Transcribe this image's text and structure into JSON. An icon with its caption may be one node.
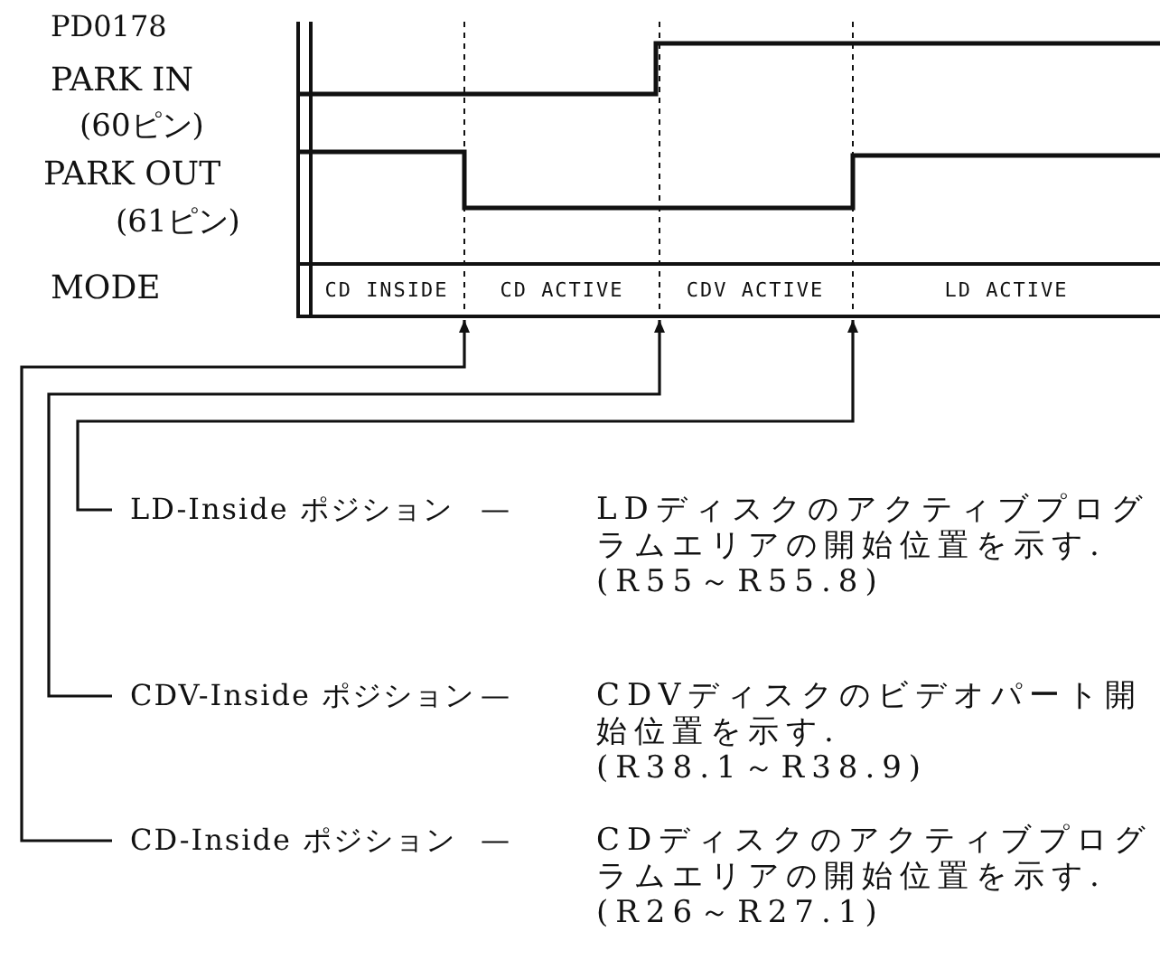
{
  "diagram": {
    "nodes": [
      {
        "text": [
          "CD INSIDE",
          "CD ACTIVE",
          "CDV ACTIVE",
          "LD ACTIVE"
        ]
      },
      {
        "text": [
          "LD-Inside ポジション",
          "—",
          "LDディスクのアクティブプログラムエリアの開始位置を示す.",
          "(R55～R55.8)"
        ]
      },
      {
        "text": [
          "CDV-Inside ポジション",
          "—",
          "CDVディスクのビデオパート開始位置を示す.",
          "(R38.1～R38.9)"
        ]
      },
      {
        "text": [
          "CD-Inside ポジション",
          "—",
          "CDディスクのアクティブプログラムエリアの開始位置を示す.",
          "(R26～R27.1)"
        ]
      }
    ],
    "edges": [
      {
        "from": 1,
        "to": 0,
        "arrow": "to"
      },
      {
        "from": 2,
        "to": 0,
        "arrow": "to"
      },
      {
        "from": 3,
        "to": 0,
        "arrow": "to"
      }
    ],
    "labels": [
      "PD0178",
      "PARK IN",
      "(60ピン)",
      "PARK OUT",
      "(61ピン)",
      "MODE"
    ]
  }
}
